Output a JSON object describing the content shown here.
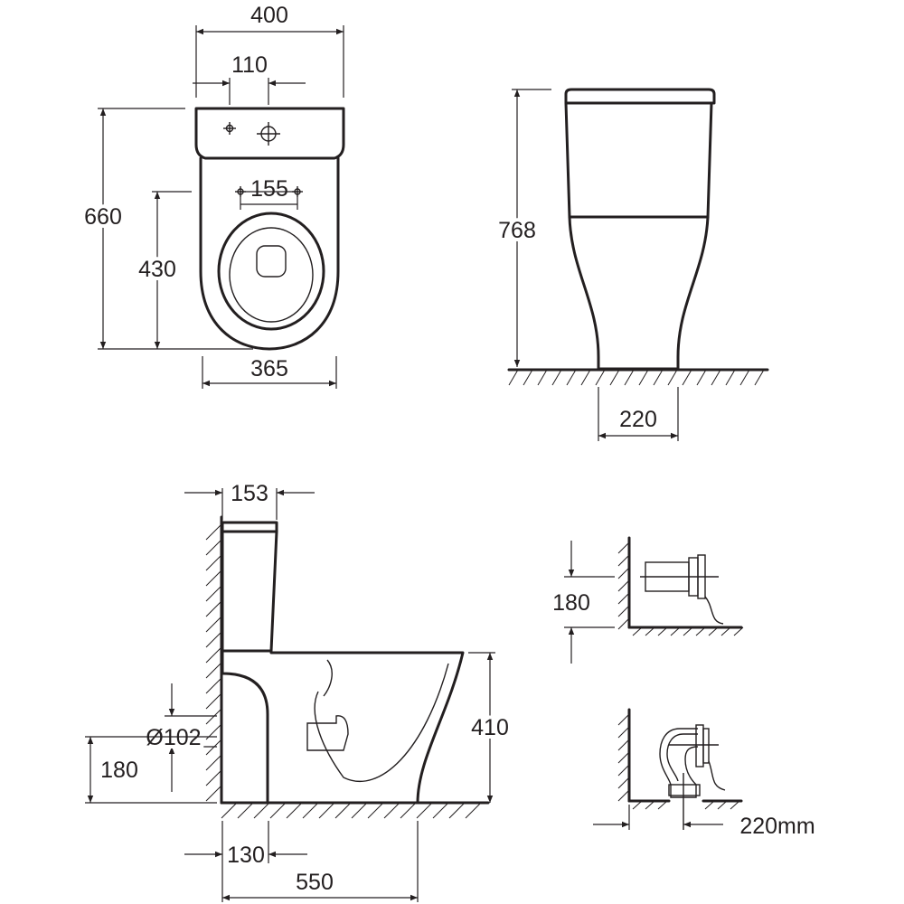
{
  "dimensions": {
    "top_view": {
      "overall_width": "400",
      "hole_offset": "110",
      "seat_fixing_spacing": "155",
      "overall_length": "660",
      "fixing_to_front": "430",
      "base_width": "365"
    },
    "front_view": {
      "overall_height": "768",
      "foot_width": "220"
    },
    "side_view": {
      "cistern_depth": "153",
      "outlet_diameter": "Ø102",
      "outlet_height": "180",
      "bowl_height": "410",
      "wall_to_outlet": "130",
      "overall_depth": "550"
    },
    "p_trap_detail": {
      "outlet_height": "180"
    },
    "s_trap_detail": {
      "wall_distance": "220mm"
    }
  }
}
